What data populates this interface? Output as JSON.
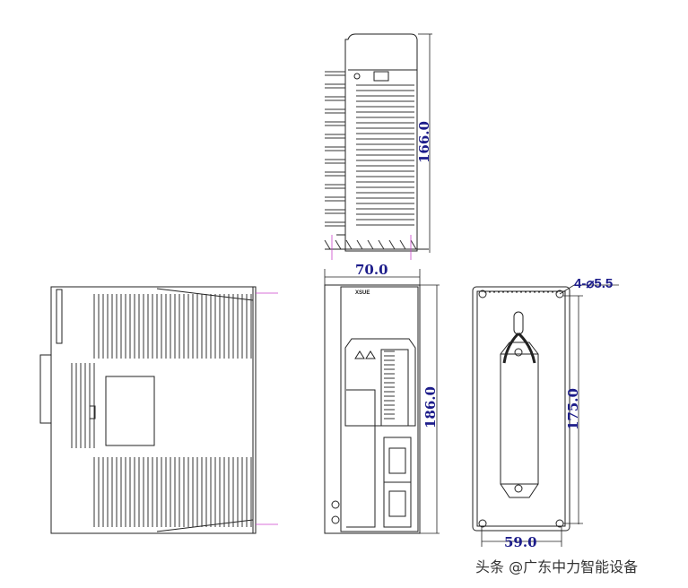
{
  "dimensions": {
    "top_view_depth": "166.0",
    "front_width": "70.0",
    "front_height": "186.0",
    "mount_holes": "4-⌀5.5",
    "mount_hole_spacing_vertical": "175.0",
    "mount_hole_spacing_horizontal": "59.0"
  },
  "front_panel_brand": "XSUE",
  "watermark": "头条 @广东中力智能设备",
  "colors": {
    "dimension": "#1c1c8a",
    "line": "#222222",
    "marker": "#cc44cc"
  }
}
